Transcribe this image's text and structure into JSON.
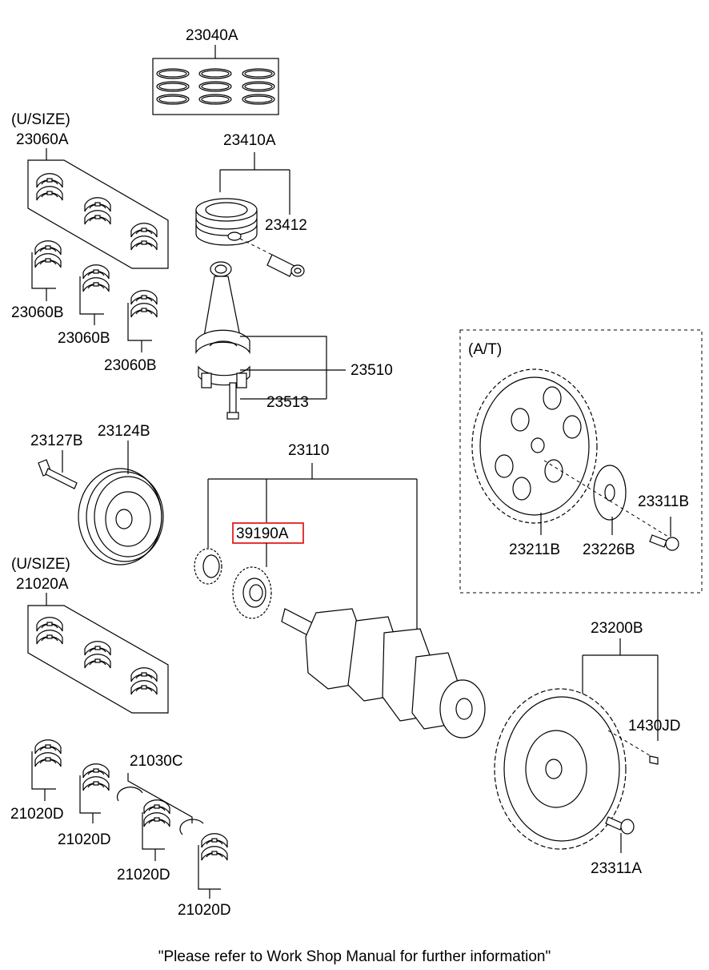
{
  "labels": {
    "piston_ring_set": "23040A",
    "undersize_1": "(U/SIZE)",
    "bearing_set_upper": "23060A",
    "piston_assy": "23410A",
    "piston_pin": "23412",
    "bearing_b1": "23060B",
    "bearing_b2": "23060B",
    "bearing_b3": "23060B",
    "con_rod": "23510",
    "con_rod_bolt": "23513",
    "at_section": "(A/T)",
    "pulley_bolt": "23127B",
    "pulley": "23124B",
    "crankshaft": "23110",
    "highlighted_sprocket": "39190A",
    "ring_gear_bolt": "23311B",
    "drive_plate": "23211B",
    "adapter_plate": "23226B",
    "undersize_2": "(U/SIZE)",
    "bearing_set_lower": "21020A",
    "flywheel": "23200B",
    "dowel_pin": "1430JD",
    "thrust_washer": "21030C",
    "bearing_d1": "21020D",
    "bearing_d2": "21020D",
    "bearing_d3": "21020D",
    "bearing_d4": "21020D",
    "flywheel_bolt": "23311A"
  },
  "highlight_color": "#e02020",
  "footer": "\"Please refer to Work Shop Manual for further information\""
}
